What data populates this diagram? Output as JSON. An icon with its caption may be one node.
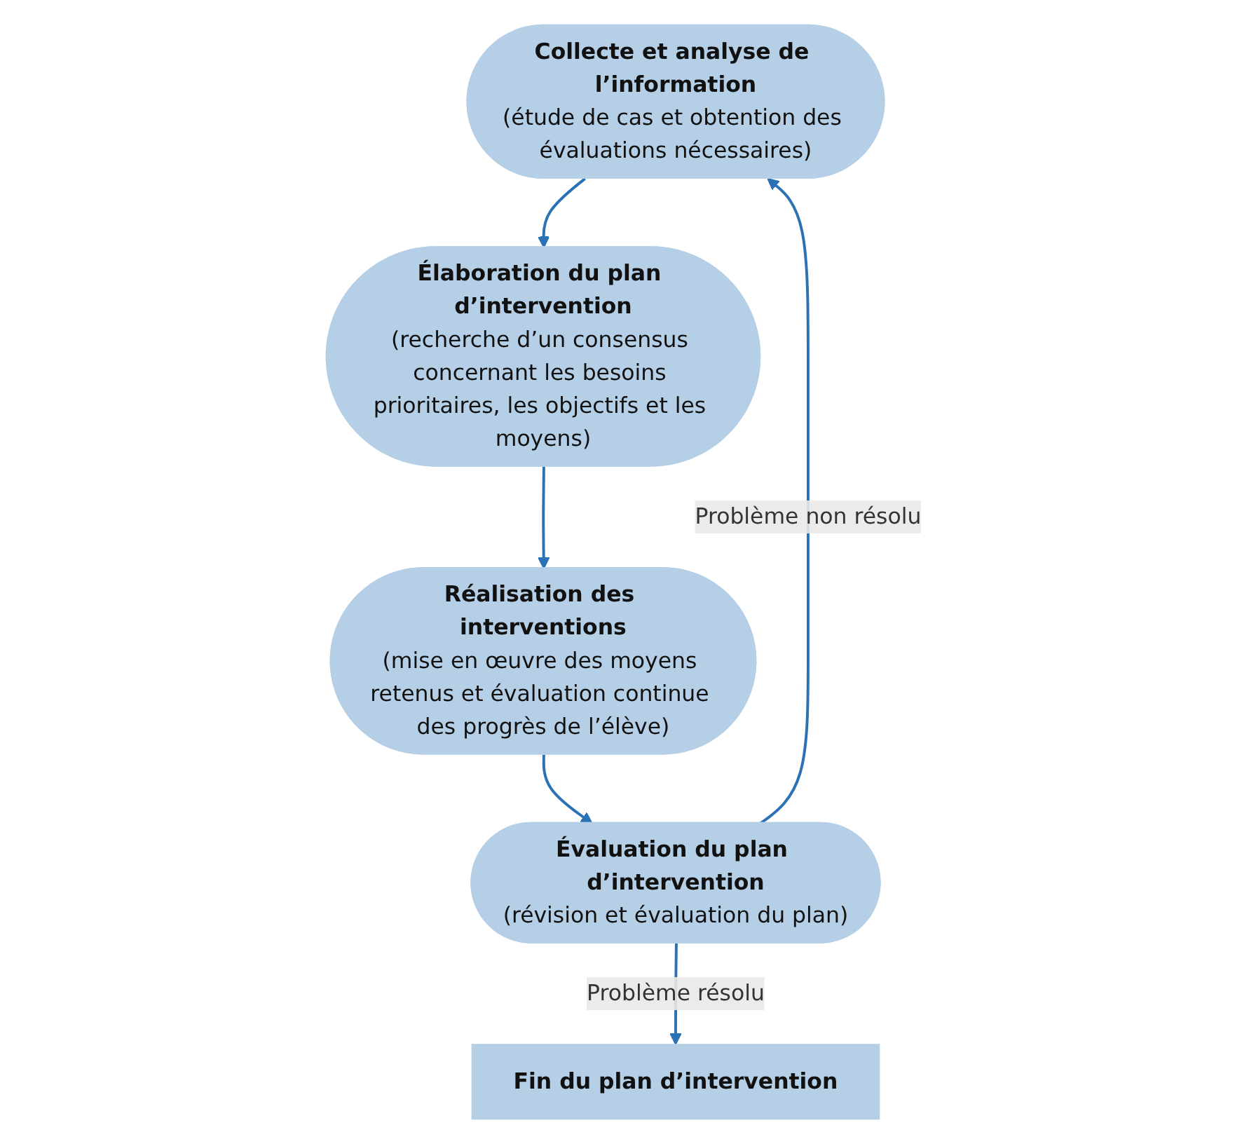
{
  "diagram": {
    "nodes": [
      {
        "text": [
          "Collecte et analyse de l’information",
          "(étude de cas et obtention des évaluations nécessaires)"
        ]
      },
      {
        "text": [
          "Élaboration du plan d’intervention",
          "(recherche d’un consensus concernant les besoins prioritaires, les objectifs et les moyens)"
        ]
      },
      {
        "text": [
          "Réalisation des interventions",
          "(mise en œuvre des moyens retenus et évaluation continue des progrès de l’élève)"
        ]
      },
      {
        "text": [
          "Évaluation du plan d’intervention",
          "(révision et évaluation du plan)"
        ]
      },
      {
        "text": [
          "Fin du plan d’intervention"
        ]
      }
    ],
    "edges": [
      {
        "from": 0,
        "to": 1,
        "arrow": "to"
      },
      {
        "from": 1,
        "to": 2,
        "arrow": "to"
      },
      {
        "from": 2,
        "to": 3,
        "arrow": "to"
      },
      {
        "from": 3,
        "to": 0,
        "arrow": "to",
        "label": "Problème non résolu"
      },
      {
        "from": 3,
        "to": 4,
        "arrow": "to",
        "label": "Problème résolu"
      }
    ]
  }
}
